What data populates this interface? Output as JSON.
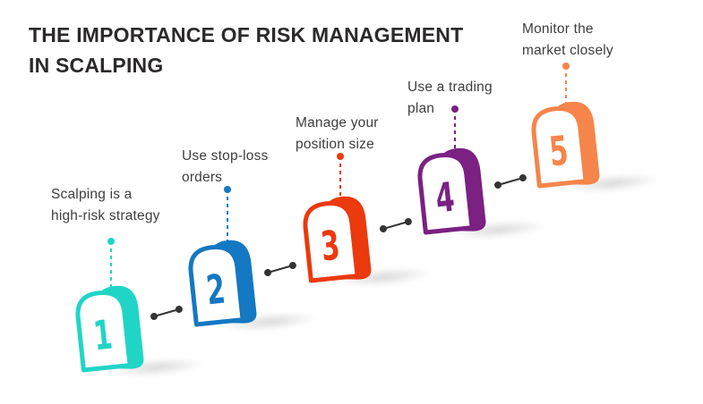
{
  "title": "THE IMPORTANCE OF RISK MANAGEMENT\nIN SCALPING",
  "colors": {
    "background": "#FFFFFF",
    "title": "#2B2929",
    "label": "#3E3E3E",
    "connector": "#343434"
  },
  "steps": [
    {
      "number": "1",
      "label": "Scalping is a\nhigh-risk strategy",
      "color": "#20D5C6"
    },
    {
      "number": "2",
      "label": "Use stop-loss\norders",
      "color": "#1478C2"
    },
    {
      "number": "3",
      "label": "Manage your\nposition size",
      "color": "#EA3A0E"
    },
    {
      "number": "4",
      "label": "Use a trading\nplan",
      "color": "#7A2182"
    },
    {
      "number": "5",
      "label": "Monitor the\nmarket closely",
      "color": "#F5854A"
    }
  ]
}
